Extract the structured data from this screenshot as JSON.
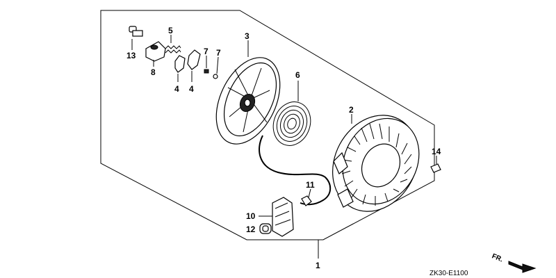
{
  "callouts": {
    "c1": "1",
    "c2": "2",
    "c3": "3",
    "c4a": "4",
    "c4b": "4",
    "c5": "5",
    "c6": "6",
    "c7a": "7",
    "c7b": "7",
    "c8": "8",
    "c10": "10",
    "c11": "11",
    "c12": "12",
    "c13": "13",
    "c14": "14"
  },
  "diagram_code": "ZK30-E1100",
  "direction_label": "FR."
}
